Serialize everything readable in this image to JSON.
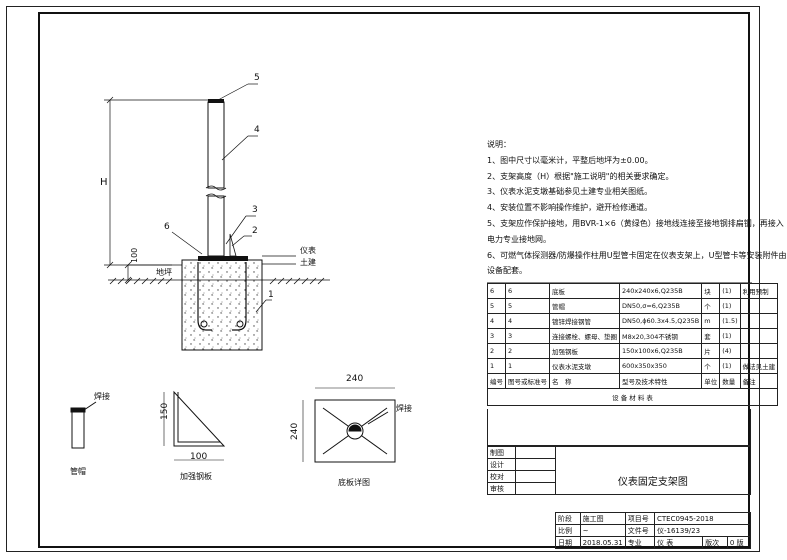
{
  "callouts": {
    "n1": "1",
    "n2": "2",
    "n3": "3",
    "n4": "4",
    "n5": "5",
    "n6": "6"
  },
  "dims": {
    "H": "H",
    "d100": "100",
    "d150": "150",
    "d100b": "100",
    "d240top": "240",
    "d240side": "240"
  },
  "labels": {
    "ground": "地坪",
    "instrument": "仪表",
    "civil": "土建",
    "weld1": "焊接",
    "weld2": "焊接",
    "cap": "管帽",
    "rib": "加强钢板",
    "baseplate": "底板详图"
  },
  "notes": {
    "title": "说明：",
    "lines": [
      "1、图中尺寸以毫米计，平整后地坪为±0.00。",
      "2、支架高度（H）根据\"施工说明\"的相关要求确定。",
      "3、仪表水泥支墩基础参见土建专业相关图纸。",
      "4、安装位置不影响操作维护，避开检修通道。",
      "5、支架应作保护接地，用BVR-1×6（黄绿色）接地线连接至接地钢排扁钢，再接入",
      "电力专业接地网。",
      "6、可燃气体探测器/防爆操作柱用U型管卡固定在仪表支架上，U型管卡等安装附件由",
      "设备配套。"
    ]
  },
  "bom": {
    "rows": [
      [
        "6",
        "6",
        "底板",
        "240x240x6,Q235B",
        "块",
        "(1)",
        "利用预制"
      ],
      [
        "5",
        "5",
        "管帽",
        "DN50,σ=6,Q235B",
        "个",
        "(1)",
        ""
      ],
      [
        "4",
        "4",
        "镀锌焊接钢管",
        "DN50,ϕ60.3x4.5,Q235B",
        "m",
        "(1.5)",
        ""
      ],
      [
        "3",
        "3",
        "连接螺栓、螺母、垫圈",
        "M8x20,304不锈钢",
        "套",
        "(1)",
        ""
      ],
      [
        "2",
        "2",
        "加强钢板",
        "150x100x6,Q235B",
        "片",
        "(4)",
        ""
      ],
      [
        "1",
        "1",
        "仪表水泥支墩",
        "600x350x350",
        "个",
        "(1)",
        "做法见土建"
      ]
    ],
    "header": [
      "编号",
      "图号或标准号",
      "名　称",
      "型号及技术特性",
      "单位",
      "数量",
      "备注"
    ],
    "caption": "设 备 材 料 表"
  },
  "titleblock": {
    "roles": [
      "制图",
      "设计",
      "校对",
      "审核"
    ],
    "drawing_title": "仪表固定支架图",
    "stage_label": "阶段",
    "stage": "施工图",
    "project_no_label": "项目号",
    "project_no": "CTEC0945-2018",
    "scale_label": "比例",
    "scale": "~",
    "file_no_label": "文件号",
    "file_no": "仪-16139/23",
    "date_label": "日期",
    "date": "2018.05.31",
    "discipline_label": "专业",
    "discipline": "仪 表",
    "version_label": "版次",
    "version": "0 版"
  }
}
